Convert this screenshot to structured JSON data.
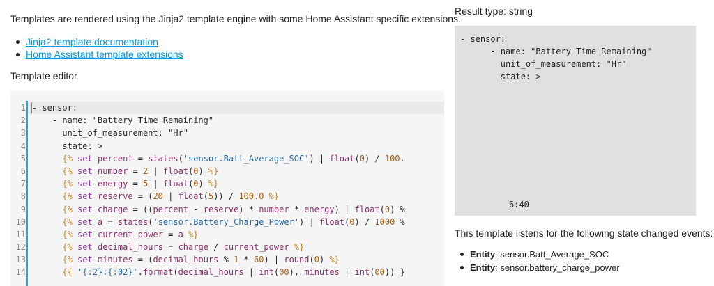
{
  "intro": "Templates are rendered using the Jinja2 template engine with some Home Assistant specific extensions.",
  "links": [
    "Jinja2 template documentation",
    "Home Assistant template extensions"
  ],
  "editor_label": "Template editor",
  "code_lines": [
    "- sensor:",
    "    - name: \"Battery Time Remaining\"",
    "      unit_of_measurement: \"Hr\"",
    "      state: >",
    "      {% set percent = states('sensor.Batt_Average_SOC') | float(0) / 100.",
    "      {% set number = 2 | float(0) %}",
    "      {% set energy = 5 | float(0) %}",
    "      {% set reserve = (20 | float(5)) / 100.0 %}",
    "      {% set charge = ((percent - reserve) * number * energy) | float(0) %",
    "      {% set a = states('sensor.Battery_Charge_Power') | float(0) / 1000 %",
    "      {% set current_power = a %}",
    "      {% set decimal_hours = charge / current_power %}",
    "      {% set minutes = (decimal_hours % 1 * 60) | round(0) %}",
    "      {{ '{:2}:{:02}'.format(decimal_hours | int(00), minutes | int(00)) }"
  ],
  "line_numbers": [
    "1",
    "2",
    "3",
    "4",
    "5",
    "6",
    "7",
    "8",
    "9",
    "10",
    "11",
    "12",
    "13",
    "14"
  ],
  "result_type": "Result type: string",
  "result_lines": "- sensor:\n      - name: \"Battery Time Remaining\"\n        unit_of_measurement: \"Hr\"\n        state: >",
  "result_tail": "6:40",
  "listens": "This template listens for the following state changed events:",
  "entities": [
    {
      "label": "Entity",
      "value": ": sensor.Batt_Average_SOC"
    },
    {
      "label": "Entity",
      "value": ": sensor.battery_charge_power"
    }
  ]
}
